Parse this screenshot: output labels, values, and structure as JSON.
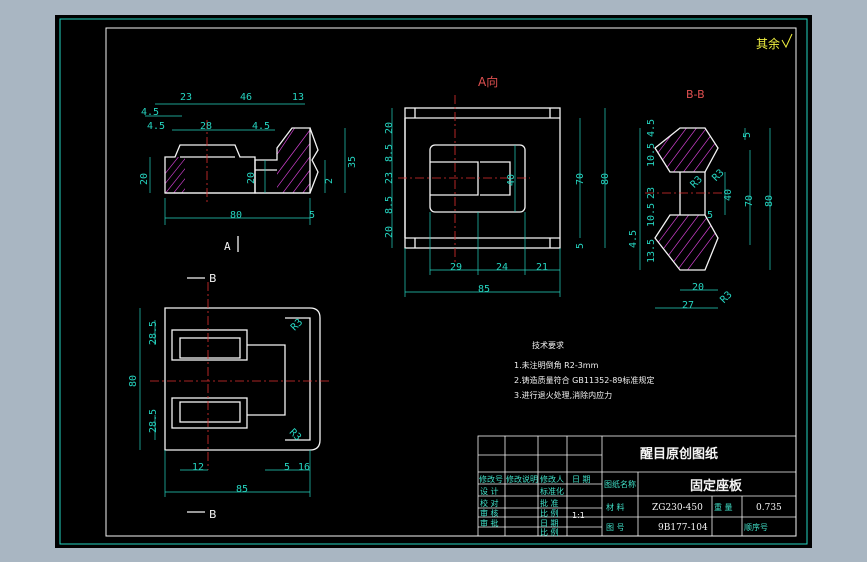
{
  "colors": {
    "screen_bg": "#a9b6c2",
    "sheet_bg": "#000000",
    "frame_line": "#25d4c0",
    "outline": "#f4f4f4",
    "dimension": "#25d4c0",
    "center_line": "#e03030",
    "hatch": "#d040d0"
  },
  "corner_mark": "其余",
  "views": {
    "front": {
      "dims_top": [
        "4.5",
        "23",
        "46",
        "13"
      ],
      "dims_second": [
        "4.5",
        "28",
        "4.5"
      ],
      "dims_side": [
        "20",
        "20",
        "2",
        "35"
      ],
      "dims_bottom": [
        "80",
        "5"
      ],
      "section_marker": "A"
    },
    "view_a": {
      "label": "A向",
      "dims_left": [
        "20",
        "8.5",
        "23",
        "8.5",
        "20"
      ],
      "dims_right": [
        "40",
        "70",
        "80",
        "5"
      ],
      "dims_bottom": [
        "29",
        "24",
        "21",
        "85"
      ]
    },
    "section_bb": {
      "label": "B-B",
      "dims_left": [
        "4.5",
        "10.5",
        "23",
        "10.5",
        "4.5",
        "13.5"
      ],
      "dims_right": [
        "5",
        "40",
        "70",
        "80"
      ],
      "radius_labels": [
        "R3",
        "R3",
        "R3"
      ],
      "dims_bottom": [
        "5",
        "20",
        "27"
      ]
    },
    "top": {
      "marker_top": "B",
      "marker_bottom": "B",
      "dims_left": [
        "28.5",
        "80",
        "28.5"
      ],
      "radius_labels": [
        "R3",
        "R3"
      ],
      "dims_bottom": [
        "12",
        "5",
        "16",
        "85"
      ]
    }
  },
  "tech_notes": {
    "heading": "技术要求",
    "items": [
      "1.未注明倒角 R2-3mm",
      "2.铸造质量符合 GB11352-89标准规定",
      "3.进行退火处理,消除内应力"
    ]
  },
  "title_block": {
    "org": "醒目原创图纸",
    "part_name_label": "图纸名称",
    "part_name": "固定座板",
    "material_label": "材  料",
    "material": "ZG230-450",
    "weight_label": "重  量",
    "weight": "0.735",
    "drawing_no_label": "图  号",
    "drawing_no": "9B177-104",
    "seq_label": "顺序号",
    "scale_label": "比  例",
    "scale": "1:1",
    "rows_left": [
      "修改号",
      "设  计",
      "校  对",
      "审  核",
      "审  批"
    ],
    "rows_mid": [
      "修改说明",
      "标准化",
      "批  准",
      "比  例",
      "日  期"
    ],
    "rows_extra": [
      "修改人",
      "日  期"
    ]
  }
}
